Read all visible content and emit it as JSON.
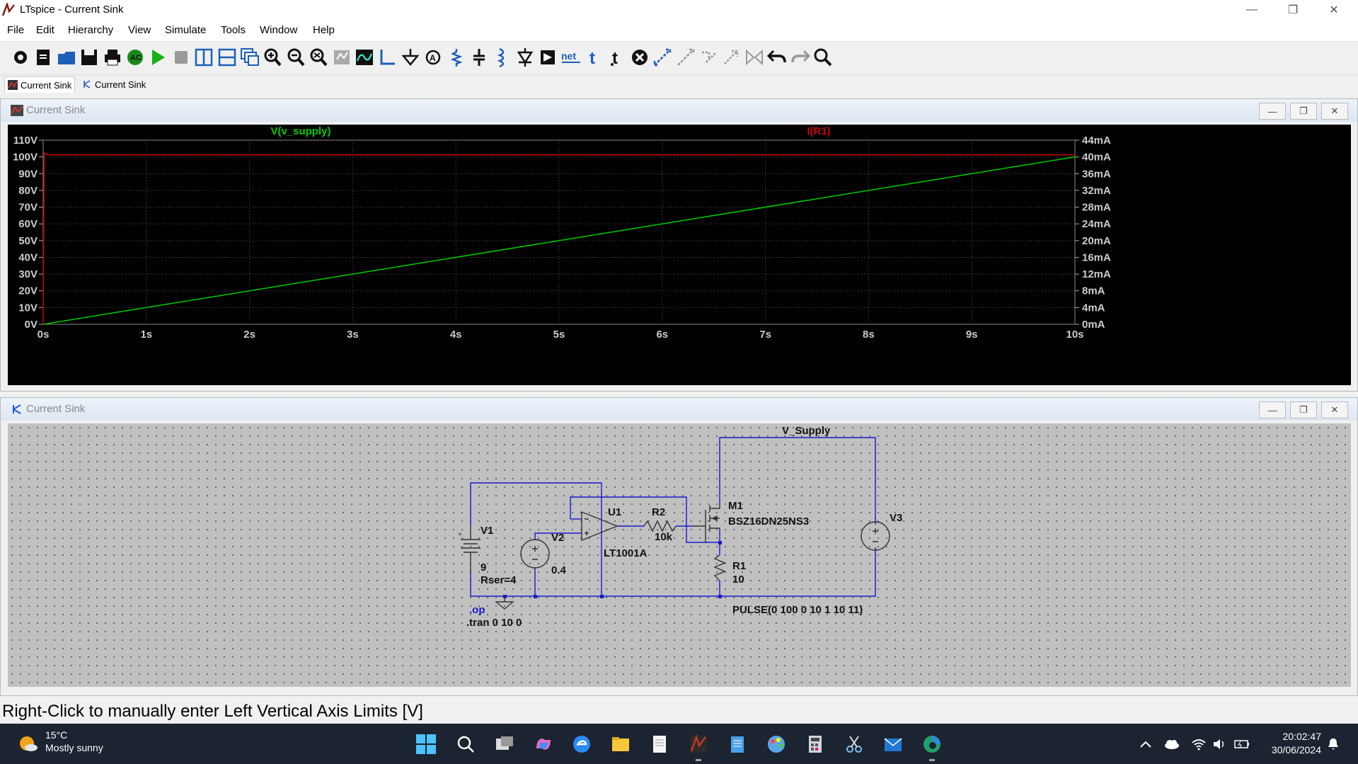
{
  "window": {
    "title": "LTspice - Current Sink"
  },
  "menu": [
    "File",
    "Edit",
    "Hierarchy",
    "View",
    "Simulate",
    "Tools",
    "Window",
    "Help"
  ],
  "toolbar": [
    "settings-icon",
    "new-schematic-icon",
    "open-icon",
    "save-icon",
    "print-icon",
    "control-panel-icon",
    "run-icon",
    "halt-icon",
    "tile-vertical-icon",
    "tile-horizontal-icon",
    "cascade-icon",
    "zoom-in-icon",
    "zoom-out-icon",
    "zoom-fit-icon",
    "autorange-icon",
    "waveform-icon",
    "wire-icon",
    "ground-icon",
    "label-icon",
    "resistor-icon",
    "capacitor-icon",
    "inductor-icon",
    "diode-icon",
    "component-icon",
    "net-icon",
    "text-icon",
    "spice-directive-icon",
    "delete-icon",
    "move-icon",
    "drag-icon",
    "rotate-icon",
    "mirror-icon",
    "mirror-ab-icon",
    "undo-icon",
    "redo-icon",
    "find-icon"
  ],
  "tabs": [
    "Current Sink",
    "Current Sink"
  ],
  "plot_window": {
    "title": "Current Sink"
  },
  "schematic_window": {
    "title": "Current Sink"
  },
  "chart_data": {
    "type": "line",
    "x_unit": "s",
    "xlim": [
      0,
      10
    ],
    "x_ticks": [
      "0s",
      "1s",
      "2s",
      "3s",
      "4s",
      "5s",
      "6s",
      "7s",
      "8s",
      "9s",
      "10s"
    ],
    "left_axis": {
      "ylim": [
        0,
        110
      ],
      "ticks": [
        "0V",
        "10V",
        "20V",
        "30V",
        "40V",
        "50V",
        "60V",
        "70V",
        "80V",
        "90V",
        "100V",
        "110V"
      ]
    },
    "right_axis": {
      "ylim": [
        0,
        44
      ],
      "ticks": [
        "0mA",
        "4mA",
        "8mA",
        "12mA",
        "16mA",
        "20mA",
        "24mA",
        "28mA",
        "32mA",
        "36mA",
        "40mA",
        "44mA"
      ]
    },
    "grid": true,
    "series": [
      {
        "name": "V(v_supply)",
        "axis": "left",
        "color": "#00cc00",
        "x": [
          0,
          10
        ],
        "y": [
          0,
          100
        ]
      },
      {
        "name": "I(R1)",
        "axis": "right",
        "color": "#cc0000",
        "x": [
          0,
          0.01,
          0.04,
          10
        ],
        "y": [
          0,
          41,
          40.5,
          40.5
        ]
      }
    ]
  },
  "schematic": {
    "net_label": "V_Supply",
    "V1": {
      "name": "V1",
      "value": "9",
      "rser": "Rser=4"
    },
    "V2": {
      "name": "V2",
      "value": "0.4"
    },
    "U1": {
      "name": "U1",
      "model": "LT1001A"
    },
    "R2": {
      "name": "R2",
      "value": "10k"
    },
    "M1": {
      "name": "M1",
      "model": "BSZ16DN25NS3"
    },
    "R1": {
      "name": "R1",
      "value": "10"
    },
    "V3": {
      "name": "V3",
      "value": "PULSE(0 100 0 10 1 10 11)"
    },
    "directives": [
      ".op",
      ".tran 0 10 0"
    ]
  },
  "status": "Right-Click to manually enter Left Vertical Axis Limits [V]",
  "taskbar": {
    "weather_temp": "15°C",
    "weather_desc": "Mostly sunny",
    "time": "20:02:47",
    "date": "30/06/2024"
  }
}
